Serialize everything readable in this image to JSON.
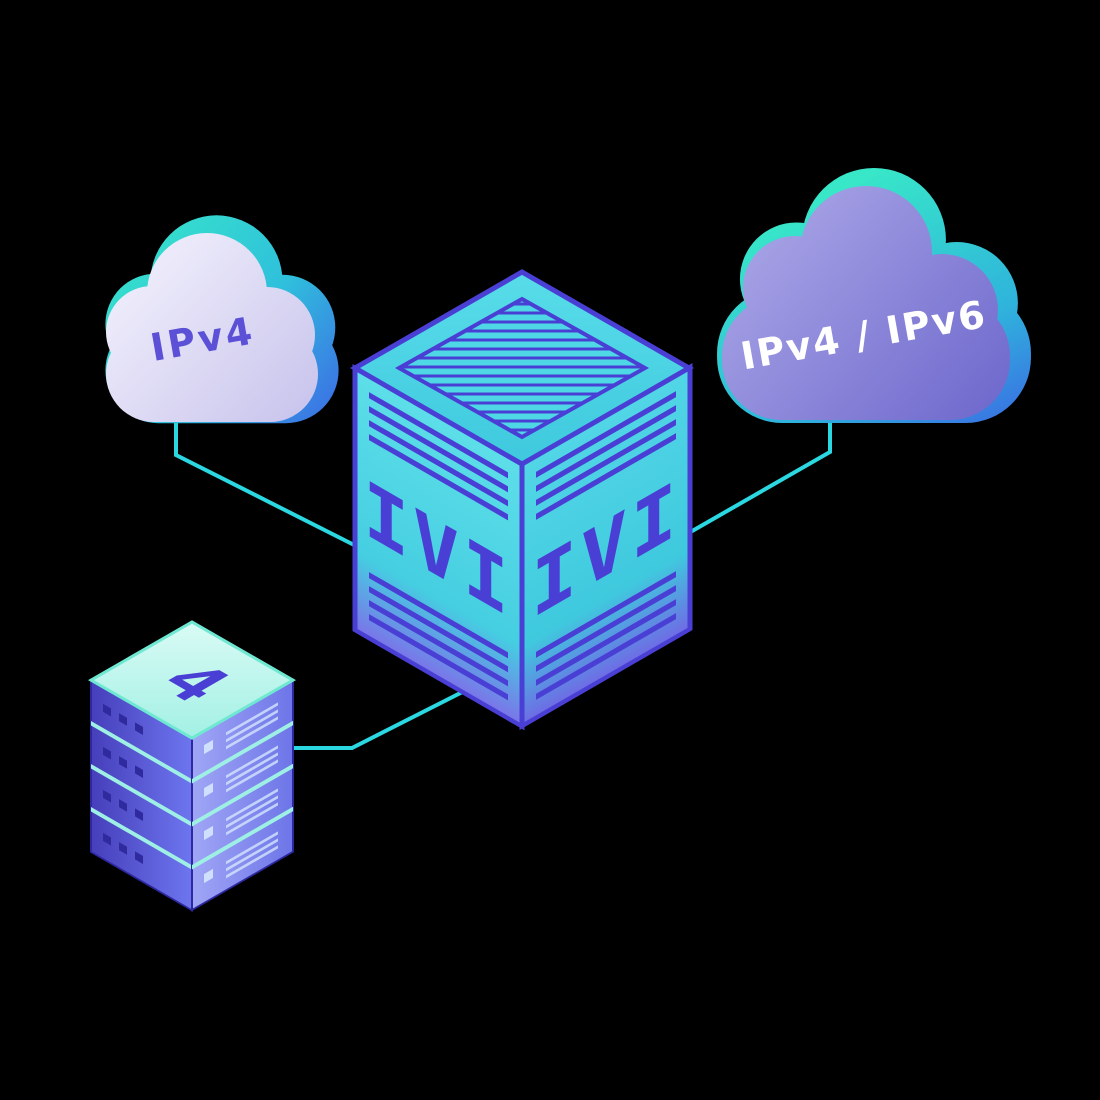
{
  "diagram": {
    "left_cloud": {
      "label": "IPv4"
    },
    "right_cloud": {
      "label": "IPv4 / IPv6"
    },
    "translator_cube": {
      "left_face_label": "IVI",
      "right_face_label": "IVI"
    },
    "server_stack": {
      "top_label": "4"
    },
    "colors": {
      "background": "#000000",
      "connector_cyan": "#2bd7e1",
      "indigo": "#4a3fd4",
      "cube_teal": "#4ad2e2",
      "mint_teal": "#38e7c8",
      "cloud_lavender": "#dcd9f4",
      "cloud_purple": "#8480d8",
      "stack_blue": "#5c64e2"
    }
  }
}
